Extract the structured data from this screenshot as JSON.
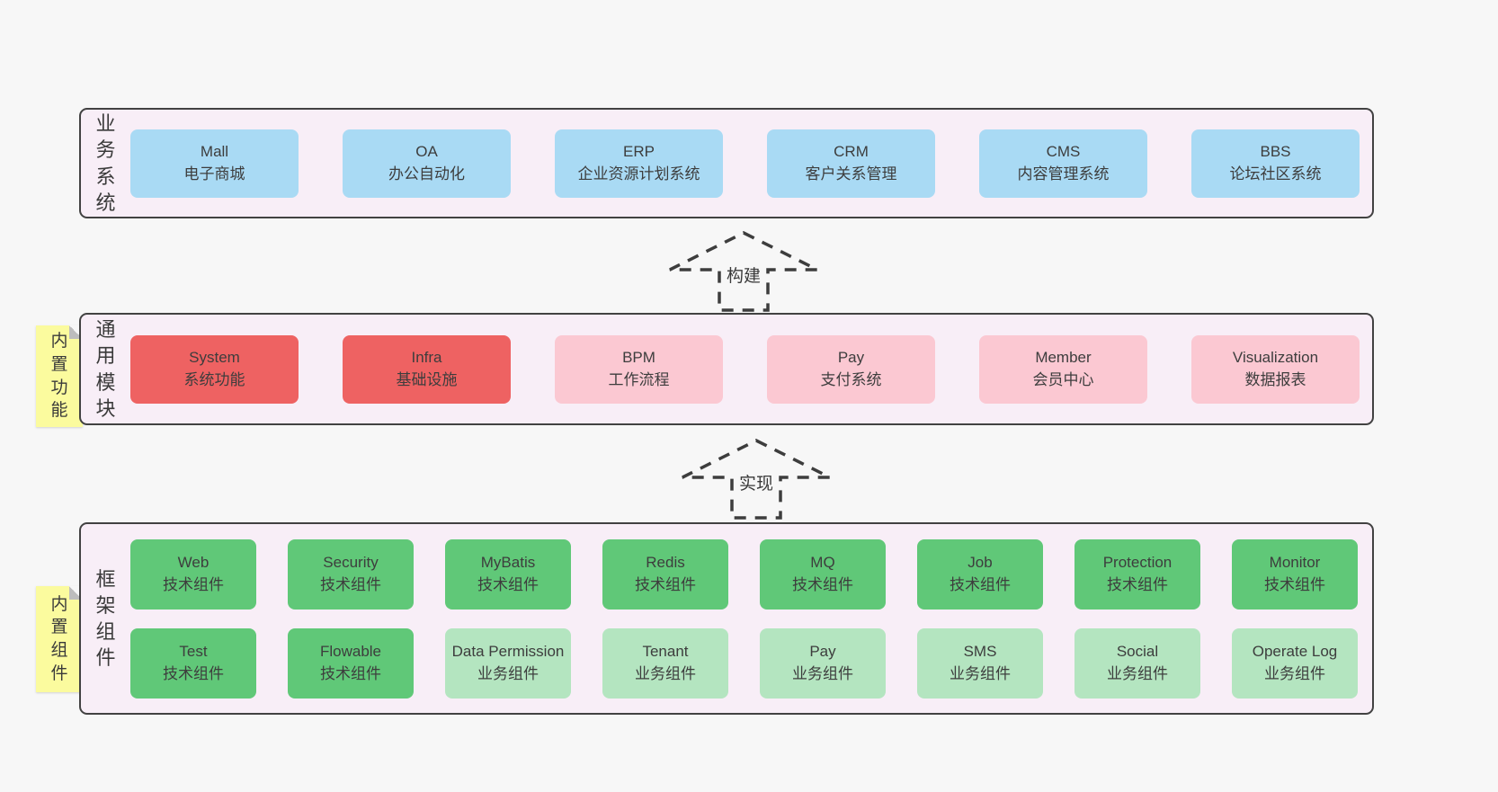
{
  "colors": {
    "page_bg": "#f7f7f7",
    "band_bg": "#f8eef7",
    "band_border": "#424242",
    "blue_box": "#a9daf4",
    "red_box": "#ee6262",
    "pink_box": "#fbc8d2",
    "green_box": "#60c878",
    "light_green_box": "#b4e5c0",
    "sticky_bg": "#fbfb9e",
    "text": "#3d3d3d"
  },
  "arrows": [
    {
      "label": "构建"
    },
    {
      "label": "实现"
    }
  ],
  "bands": [
    {
      "label": "业务系统",
      "boxes": [
        {
          "title": "Mall",
          "subtitle": "电子商城"
        },
        {
          "title": "OA",
          "subtitle": "办公自动化"
        },
        {
          "title": "ERP",
          "subtitle": "企业资源计划系统"
        },
        {
          "title": "CRM",
          "subtitle": "客户关系管理"
        },
        {
          "title": "CMS",
          "subtitle": "内容管理系统"
        },
        {
          "title": "BBS",
          "subtitle": "论坛社区系统"
        }
      ]
    },
    {
      "label": "通用模块",
      "sticky": "内置功能",
      "boxes": [
        {
          "title": "System",
          "subtitle": "系统功能"
        },
        {
          "title": "Infra",
          "subtitle": "基础设施"
        },
        {
          "title": "BPM",
          "subtitle": "工作流程"
        },
        {
          "title": "Pay",
          "subtitle": "支付系统"
        },
        {
          "title": "Member",
          "subtitle": "会员中心"
        },
        {
          "title": "Visualization",
          "subtitle": "数据报表"
        }
      ]
    },
    {
      "label": "框架组件",
      "sticky": "内置组件",
      "row1": [
        {
          "title": "Web",
          "subtitle": "技术组件"
        },
        {
          "title": "Security",
          "subtitle": "技术组件"
        },
        {
          "title": "MyBatis",
          "subtitle": "技术组件"
        },
        {
          "title": "Redis",
          "subtitle": "技术组件"
        },
        {
          "title": "MQ",
          "subtitle": "技术组件"
        },
        {
          "title": "Job",
          "subtitle": "技术组件"
        },
        {
          "title": "Protection",
          "subtitle": "技术组件"
        },
        {
          "title": "Monitor",
          "subtitle": "技术组件"
        }
      ],
      "row2": [
        {
          "title": "Test",
          "subtitle": "技术组件"
        },
        {
          "title": "Flowable",
          "subtitle": "技术组件"
        },
        {
          "title": "Data Permission",
          "subtitle": "业务组件"
        },
        {
          "title": "Tenant",
          "subtitle": "业务组件"
        },
        {
          "title": "Pay",
          "subtitle": "业务组件"
        },
        {
          "title": "SMS",
          "subtitle": "业务组件"
        },
        {
          "title": "Social",
          "subtitle": "业务组件"
        },
        {
          "title": "Operate Log",
          "subtitle": "业务组件"
        }
      ]
    }
  ]
}
